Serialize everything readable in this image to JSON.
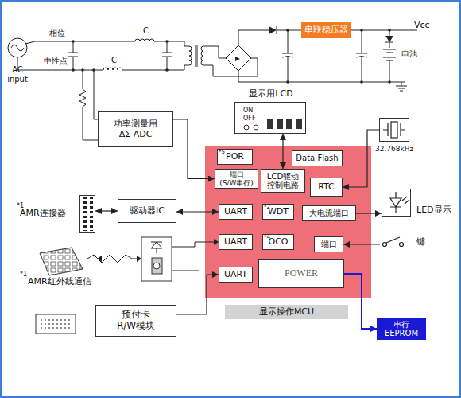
{
  "diagram": {
    "nodes": [
      {
        "text": [
          "串联稳压器"
        ]
      },
      {
        "text": [
          "显示用LCD",
          "ON",
          "OFF"
        ]
      },
      {
        "text": [
          "功率测量用 ΔΣ ADC"
        ]
      },
      {
        "text": [
          "32.768kHz"
        ]
      },
      {
        "text": [
          "显示操作MCU"
        ]
      },
      {
        "text": [
          "*5",
          "POR"
        ],
        "in": 4
      },
      {
        "text": [
          "Data Flash"
        ],
        "in": 4
      },
      {
        "text": [
          "端口 (S/W串行)"
        ],
        "in": 4
      },
      {
        "text": [
          "LCD驱动 控制电路"
        ],
        "in": 4
      },
      {
        "text": [
          "RTC"
        ],
        "in": 4
      },
      {
        "text": [
          "UART"
        ],
        "in": 4
      },
      {
        "text": [
          "*2",
          "WDT"
        ],
        "in": 4
      },
      {
        "text": [
          "大电流端口"
        ],
        "in": 4
      },
      {
        "text": [
          "UART"
        ],
        "in": 4
      },
      {
        "text": [
          "*4",
          "OCO"
        ],
        "in": 4
      },
      {
        "text": [
          "端口"
        ],
        "in": 4
      },
      {
        "text": [
          "UART"
        ],
        "in": 4
      },
      {
        "text": [
          "POWER"
        ],
        "in": 4
      },
      {
        "text": [
          "*1",
          "AMR连接器"
        ]
      },
      {
        "text": [
          "驱动器IC"
        ]
      },
      {
        "text": [
          "LED显示"
        ]
      },
      {
        "text": [
          "键"
        ]
      },
      {
        "text": [
          "*1",
          "AMR红外线通信"
        ]
      },
      {
        "text": [
          "预付卡 R/W模块"
        ]
      },
      {
        "text": [
          "串行 EEPROM"
        ]
      }
    ],
    "edges": [
      {
        "from": 2,
        "to": 7,
        "arrow": "to"
      },
      {
        "from": 1,
        "to": 8,
        "arrow": "both"
      },
      {
        "from": 3,
        "to": 9,
        "arrow": "to"
      },
      {
        "from": 18,
        "to": 19,
        "arrow": "both"
      },
      {
        "from": 19,
        "to": 10,
        "arrow": "both"
      },
      {
        "from": 23,
        "to": 16,
        "arrow": "to"
      },
      {
        "from": 12,
        "to": 20,
        "arrow": "to"
      },
      {
        "from": 21,
        "to": 15,
        "arrow": "to"
      },
      {
        "from": 17,
        "to": 24,
        "arrow": "to"
      }
    ],
    "labels": [
      "相位",
      "中性点",
      "AC input",
      "C",
      "C",
      "Vcc",
      "电池"
    ]
  }
}
